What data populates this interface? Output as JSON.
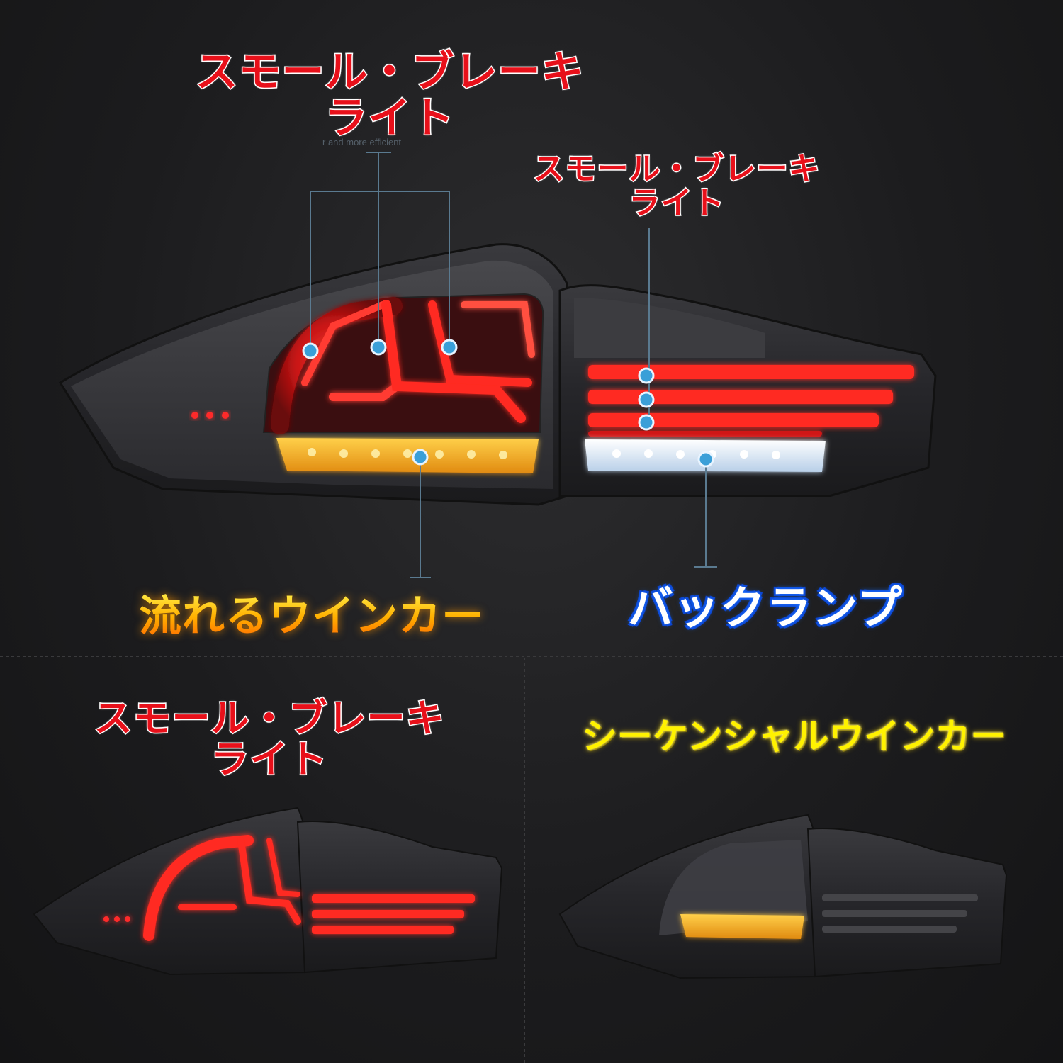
{
  "top_panel": {
    "left_brake_label": {
      "line1": "スモール・ブレーキ",
      "line2": "ライト"
    },
    "right_brake_label": {
      "line1": "スモール・ブレーキ",
      "line2": "ライト"
    },
    "turn_signal_label": "流れるウインカー",
    "back_lamp_label": "バックランプ",
    "faint_caption": "r and more efficient"
  },
  "bottom_left_panel": {
    "brake_label": {
      "line1": "スモール・ブレーキ",
      "line2": "ライト"
    }
  },
  "bottom_right_panel": {
    "sequential_label": "シーケンシャルウインカー"
  },
  "colors": {
    "background": "#1c1c1e",
    "callout_line": "#5a7a90",
    "callout_dot": "#3a9fd8",
    "brake_red": "#ff2a2a",
    "amber": "#ffb020",
    "reverse_white": "#e8f2ff"
  },
  "icons": [
    "callout-dot-icon"
  ]
}
